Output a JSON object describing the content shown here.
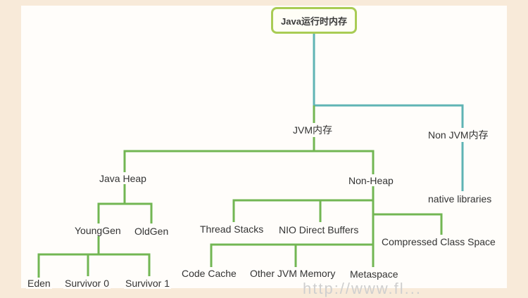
{
  "colors": {
    "green": "#72b653",
    "teal": "#5fb4b4",
    "root_border": "#a9cc55"
  },
  "root": {
    "label": "Java运行时内存"
  },
  "nodes": {
    "jvm": "JVM内存",
    "non_jvm": "Non JVM内存",
    "java_heap": "Java Heap",
    "non_heap": "Non-Heap",
    "native_libraries": "native libraries",
    "young_gen": "YoungGen",
    "old_gen": "OldGen",
    "thread_stacks": "Thread Stacks",
    "nio_direct_buffers": "NIO Direct Buffers",
    "compressed_class_space": "Compressed Class Space",
    "code_cache": "Code Cache",
    "other_jvm_memory": "Other JVM Memory",
    "metaspace": "Metaspace",
    "eden": "Eden",
    "survivor0": "Survivor 0",
    "survivor1": "Survivor 1"
  },
  "watermark": "http://www.fl..."
}
